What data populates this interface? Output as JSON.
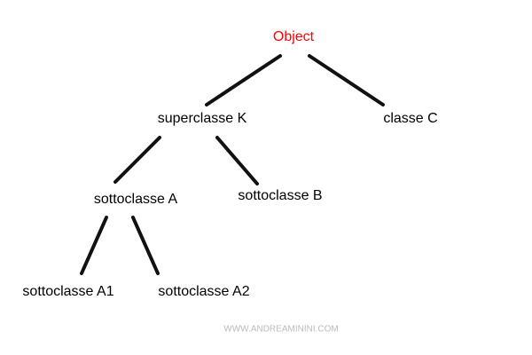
{
  "nodes": {
    "object": "Object",
    "superclasse_k": "superclasse K",
    "classe_c": "classe C",
    "sottoclasse_a": "sottoclasse A",
    "sottoclasse_b": "sottoclasse B",
    "sottoclasse_a1": "sottoclasse A1",
    "sottoclasse_a2": "sottoclasse A2"
  },
  "watermark": "WWW.ANDREAMININI.COM",
  "colors": {
    "root": "#ff0000",
    "edge": "#111111",
    "text": "#000000"
  }
}
